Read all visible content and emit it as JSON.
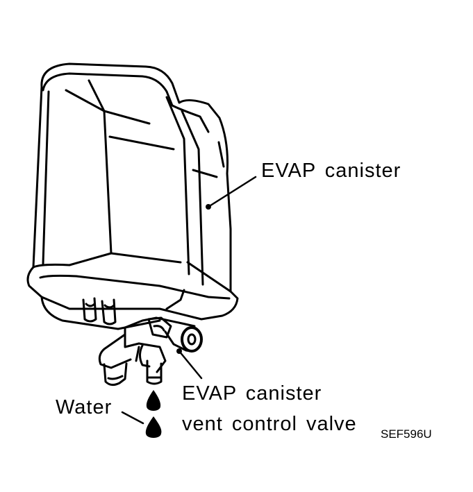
{
  "labels": {
    "canister": "EVAP canister",
    "valve_line1": "EVAP canister",
    "valve_line2": "vent control valve",
    "water": "Water",
    "figure_code": "SEF596U"
  },
  "colors": {
    "ink": "#000000",
    "paper": "#ffffff"
  }
}
